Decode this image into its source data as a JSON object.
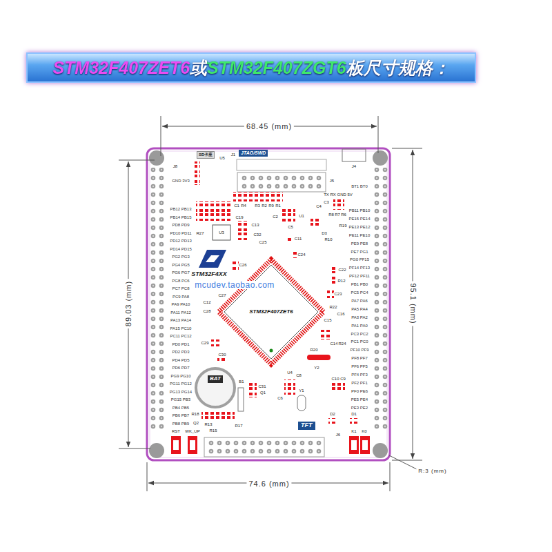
{
  "diagram": {
    "title": "STM32F407ZET6或STM32F407ZGT6板尺寸规格：",
    "nodes": [
      {
        "text": [
          "SD卡座"
        ]
      },
      {
        "text": [
          "JTAG/SWD"
        ]
      },
      {
        "text": [
          "STM32F407ZET6"
        ]
      },
      {
        "text": [
          "BAT"
        ]
      },
      {
        "text": [
          "TFT"
        ]
      }
    ],
    "labels": [
      "68.45 (mm)",
      "89.03 (mm)",
      "95.1 (mm)",
      "74.6 (mm)",
      "R:3 (mm)",
      "mcudev.taobao.com",
      "STM32F4XX",
      "J8",
      "U5",
      "J1",
      "J4",
      "J5",
      "TX RX GND 5V",
      "C1",
      "R4",
      "R3",
      "R2",
      "R9",
      "R1",
      "C19",
      "R27",
      "U3",
      "C13",
      "C32",
      "C25",
      "C2",
      "C5",
      "U1",
      "C4",
      "C3",
      "R8",
      "R7",
      "R6",
      "R19",
      "D3",
      "R10",
      "C11",
      "C24",
      "C26",
      "C22",
      "R12",
      "C27",
      "C23",
      "C12",
      "C28",
      "R22",
      "C16",
      "C15",
      "C14",
      "R24",
      "R20",
      "Y2",
      "C10",
      "C9",
      "C29",
      "C30",
      "B1",
      "U4",
      "C8",
      "C31",
      "Y1",
      "Q1",
      "C6",
      "R18",
      "Q2",
      "R13",
      "R15",
      "R17",
      "D2",
      "D1",
      "RST",
      "WK_UP",
      "K1",
      "K0",
      "J6",
      "GND 3V3",
      "PB12 PB13",
      "PB14 PB15",
      "PD8 PD9",
      "PD10 PD11",
      "PD12 PD13",
      "PD14 PD15",
      "PG2 PG3",
      "PG4 PG5",
      "PG6 PG7",
      "PG8 PC6",
      "PC7 PC8",
      "PC9 PA8",
      "PA9 PA10",
      "PA11 PA12",
      "PA13 PA14",
      "PA15 PC10",
      "PC11 PC12",
      "PD0 PD1",
      "PD2 PD3",
      "PD4 PD5",
      "PD6 PD7",
      "PG9 PG10",
      "PG11 PG12",
      "PG13 PG14",
      "PG15 PB3",
      "PB4 PB5",
      "PB6 PB7",
      "PB8 PB9",
      "BT1 BT0",
      "PB11 PB10",
      "PE15 PE14",
      "PE13 PE12",
      "PE11 PE10",
      "PE9 PE8",
      "PE7 PG1",
      "PG0 PF15",
      "PF14 PF13",
      "PF12 PF11",
      "PB1 PB0",
      "PC5 PC4",
      "PA7 PA6",
      "PA5 PA4",
      "PA3 PA2",
      "PA1 PA0",
      "PC3 PC2",
      "PC1 PC0",
      "PF10 PF9",
      "PF8 PF7",
      "PF6 PF5",
      "PF4 PF3",
      "PF2 PF1",
      "PF0 PE6",
      "PE5 PE4",
      "PE3 PE2"
    ]
  }
}
